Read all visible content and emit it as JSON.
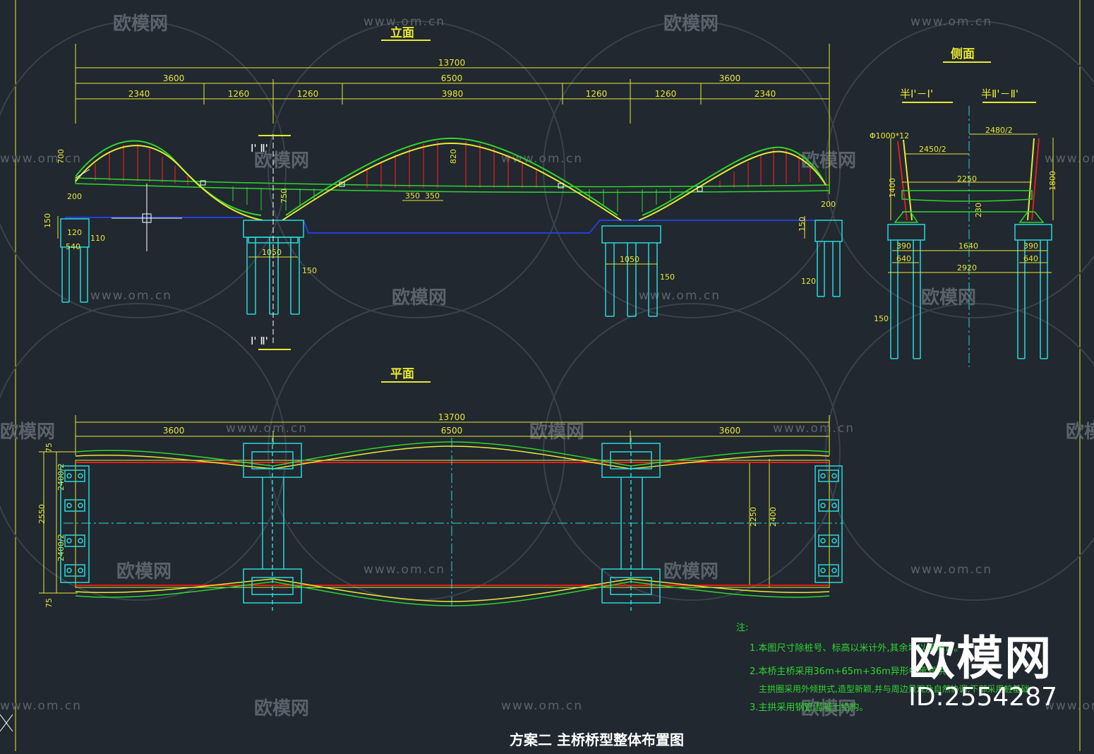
{
  "drawing": {
    "title": "方案二   主桥桥型整体布置图",
    "views": {
      "elevation": "立面",
      "side": "侧面",
      "plan": "平面"
    },
    "section_labels": {
      "half_1": "半Ⅰ'－Ⅰ'",
      "half_2": "半Ⅱ'－Ⅱ'",
      "cut_top": "Ⅰ'  Ⅱ'",
      "cut_bottom": "Ⅰ'  Ⅱ'"
    },
    "elevation_dims": {
      "total": "13700",
      "side_left": "3600",
      "middle": "6500",
      "side_right": "3600",
      "seg": [
        "2340",
        "1260",
        "1260",
        "3980",
        "1260",
        "1260",
        "2340"
      ],
      "rise_side": "700",
      "rise_mid": "820",
      "post": "750",
      "spacing_a": "350",
      "spacing_b": "350",
      "abut_left_w": "200",
      "abut_right_w": "200",
      "abut_h_left": "150",
      "abut_h_right": "150",
      "cap_a": "120",
      "cap_b": "110",
      "cap_c": "540",
      "pier_w_left": "1050",
      "pier_w_right": "1050",
      "pile_left": "150",
      "pile_right": "150",
      "abut_pile": "120"
    },
    "side_dims": {
      "rebar": "Φ1000*12",
      "w_half_left": "2450/2",
      "w_half_right": "2480/2",
      "deck": "2250",
      "h_left": "1400",
      "h_right": "1800",
      "deck_h": "230",
      "base_l": "390",
      "base_r": "390",
      "mid": "1640",
      "pile_l": "640",
      "pile_r": "640",
      "total": "2920",
      "pile_len": "150"
    },
    "plan_dims": {
      "total": "13700",
      "side_left": "3600",
      "middle": "6500",
      "side_right": "3600",
      "edge_top": "75",
      "half_top": "2400/2",
      "width": "2550",
      "half_bottom": "2400/2",
      "edge_bottom": "75",
      "inner": "2250",
      "outer": "2400"
    },
    "notes": {
      "head": "注:",
      "n1": "1.本图尺寸除桩号、标高以米计外,其余均以厘米计。",
      "n2": "2.本桥主桥采用36m+65m+36m异形中承式拱",
      "n2b": "主拱圈采用外倾拱式,造型新颖,并与周边景观及自然协调,下部采用桩基础",
      "n3": "3.主拱采用钢管混凝土结构。"
    }
  },
  "watermark": {
    "logo": "欧模网",
    "url": "www.om.cn",
    "id": "ID:2554287"
  },
  "colors": {
    "background": "#212830",
    "dimension": "#e8e830",
    "structure": "#2fd42f",
    "pile": "#27d9d9",
    "hanger": "#e01d1d",
    "water": "#2440d8",
    "annotation": "#ffffff"
  }
}
